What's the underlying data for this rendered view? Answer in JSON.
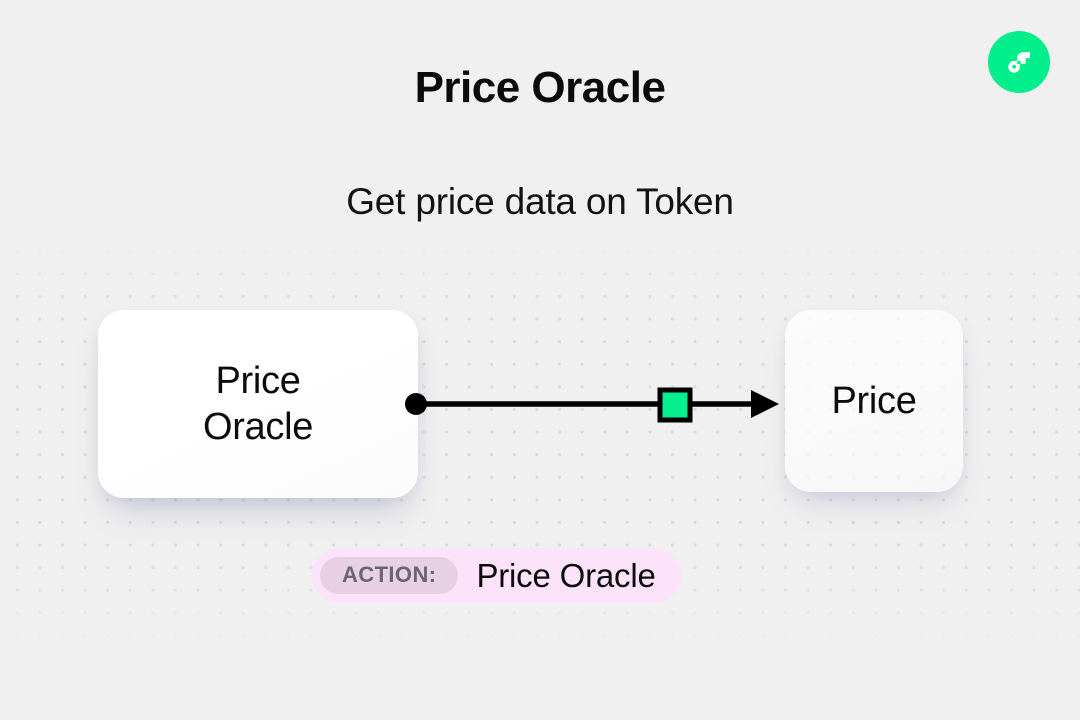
{
  "page": {
    "title": "Price Oracle",
    "subtitle": "Get price data on Token",
    "background_color": "#f0f0f0"
  },
  "brand": {
    "logo_name": "flow-logo",
    "logo_color": "#00ef8b",
    "logo_mark_color": "#ffffff"
  },
  "diagram": {
    "nodes": [
      {
        "id": "source",
        "label": "Price\nOracle",
        "role": "source",
        "has_output_port": true
      },
      {
        "id": "target",
        "label": "Price",
        "role": "target",
        "has_input_arrow": true
      }
    ],
    "edge": {
      "from": "source",
      "to": "target",
      "start_marker": "dot",
      "end_marker": "arrowhead",
      "midpoint_marker": "square",
      "line_color": "#000000",
      "midpoint_color": "#00ef8b"
    }
  },
  "action": {
    "badge_label": "ACTION:",
    "value": "Price Oracle",
    "pill_color": "#fce3f9",
    "badge_color": "#e7cfe4"
  }
}
